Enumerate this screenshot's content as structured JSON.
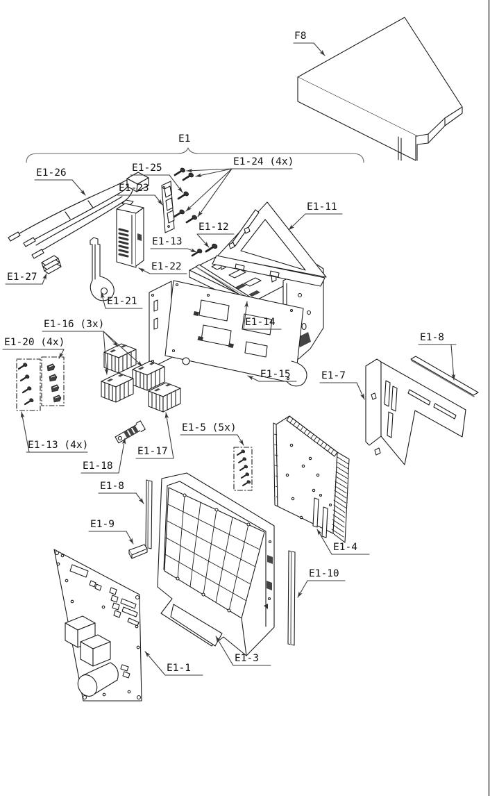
{
  "labels": {
    "f8": "F8",
    "e1": "E1",
    "e1_26": "E1-26",
    "e1_25": "E1-25",
    "e1_24": "E1-24 (4x)",
    "e1_23": "E1-23",
    "e1_11": "E1-11",
    "e1_12": "E1-12",
    "e1_13": "E1-13",
    "e1_22": "E1-22",
    "e1_27": "E1-27",
    "e1_21": "E1-21",
    "e1_14": "E1-14",
    "e1_16": "E1-16 (3x)",
    "e1_20": "E1-20 (4x)",
    "e1_15": "E1-15",
    "e1_7": "E1-7",
    "e1_8_a": "E1-8",
    "e1_13_4x": "E1-13 (4x)",
    "e1_17": "E1-17",
    "e1_18": "E1-18",
    "e1_5": "E1-5 (5x)",
    "e1_8_b": "E1-8",
    "e1_9": "E1-9",
    "e1_4": "E1-4",
    "e1_10": "E1-10",
    "e1_1": "E1-1",
    "e1_3": "E1-3"
  },
  "colors": {
    "line": "#1a1a1a",
    "leader": "#3a3a3a",
    "label_text": "#111111",
    "background": "#ffffff",
    "page_edge": "#444444"
  }
}
